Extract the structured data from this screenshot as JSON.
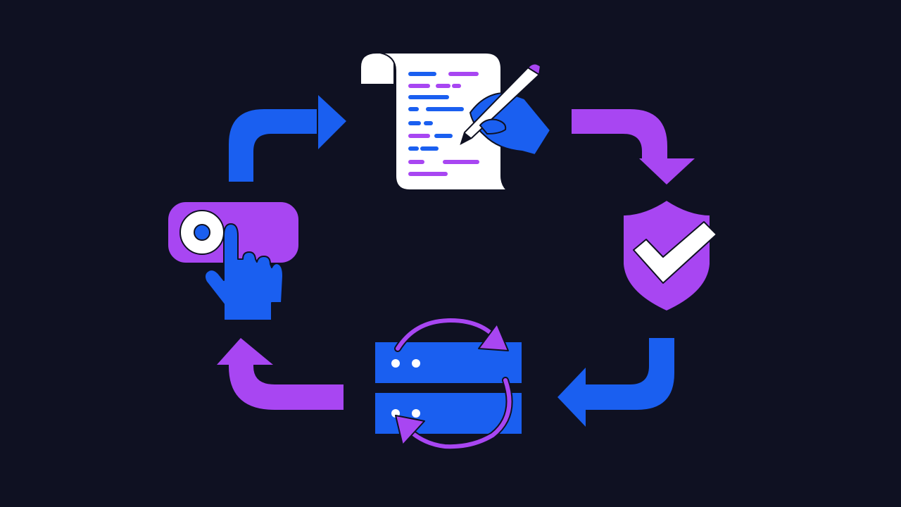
{
  "diagram": {
    "type": "cycle",
    "node_count": 4,
    "edge_count": 4,
    "nodes": [
      {
        "id": "code",
        "icon": "code-document-icon"
      },
      {
        "id": "security",
        "icon": "shield-check-icon"
      },
      {
        "id": "deploy",
        "icon": "server-sync-icon"
      },
      {
        "id": "interact",
        "icon": "toggle-tap-icon"
      }
    ],
    "edges": [
      {
        "from": "interact",
        "to": "code",
        "color": "#1a5ff0"
      },
      {
        "from": "code",
        "to": "security",
        "color": "#a846f2"
      },
      {
        "from": "security",
        "to": "deploy",
        "color": "#1a5ff0"
      },
      {
        "from": "deploy",
        "to": "interact",
        "color": "#a846f2"
      }
    ]
  },
  "colors": {
    "background": "#0f1122",
    "blue": "#1a5ff0",
    "purple": "#a846f2",
    "paper": "#ffffff",
    "outline": "#0f1122"
  }
}
